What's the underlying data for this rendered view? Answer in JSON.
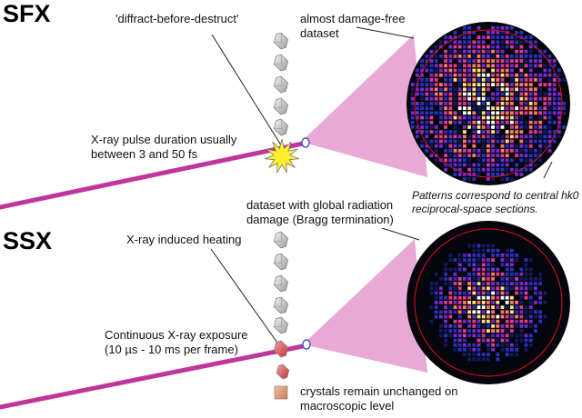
{
  "sfx": {
    "title": "SFX",
    "pulse_label_line1": "X-ray pulse duration usually",
    "pulse_label_line2": "between 3 and 50 fs",
    "destruct_label": "'diffract-before-destruct'",
    "dataset_label_line1": "almost damage-free",
    "dataset_label_line2": "dataset"
  },
  "ssx": {
    "title": "SSX",
    "heating_label": "X-ray induced heating",
    "exposure_label_line1": "Continuous X-ray exposure",
    "exposure_label_line2": "(10 µs - 10 ms per frame)",
    "dataset_label_line1": "dataset with global radiation",
    "dataset_label_line2": "damage (Bragg termination)",
    "crystals_label_line1": "crystals remain unchanged on",
    "crystals_label_line2": "macroscopic level"
  },
  "note": {
    "line1": "Patterns correspond to central hk0",
    "line2": "reciprocal-space sections."
  },
  "colors": {
    "beam": "#c0369a",
    "cone": "#e8a9d6",
    "detector_bg": "#05060d",
    "ring": "#e01020",
    "explosion": "#ffef2a",
    "crystal": "#c8c8c8",
    "crystal_heated": "#e05a6a"
  }
}
